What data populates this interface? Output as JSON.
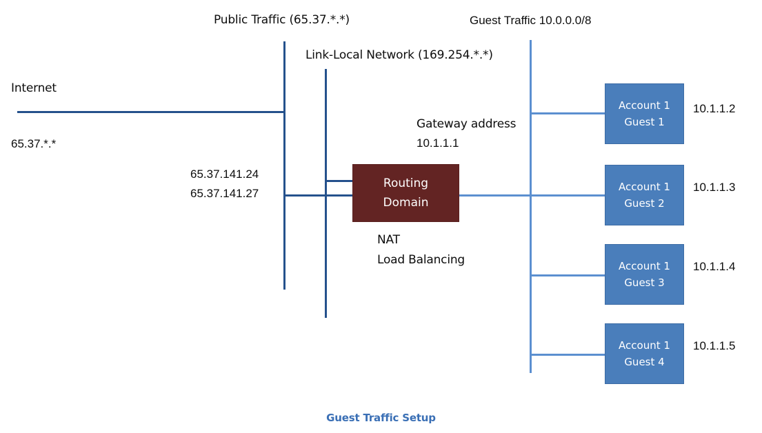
{
  "diagram": {
    "caption": "Guest Traffic Setup",
    "colors": {
      "trunk_line": "#25518c",
      "branch_line": "#5b8fd0",
      "guest_box": "#4a7ebb",
      "router_box": "#632423",
      "caption_text": "#3a6fb5",
      "label_text": "#0d0d0d"
    },
    "labels": {
      "public_traffic": "Public Traffic (65.37.*.*)",
      "link_local": "Link-Local Network (169.254.*.*)",
      "guest_traffic": "Guest Traffic 10.0.0.0/8",
      "internet": "Internet",
      "internet_range": "65.37.*.*",
      "public_ip_1": "65.37.141.24",
      "public_ip_2": "65.37.141.27",
      "gateway_title": "Gateway address",
      "gateway_ip": "10.1.1.1",
      "nat": "NAT",
      "load_balancing": "Load Balancing"
    },
    "router": {
      "line1": "Routing",
      "line2": "Domain"
    },
    "guests": [
      {
        "line1": "Account 1",
        "line2": "Guest 1",
        "ip": "10.1.1.2"
      },
      {
        "line1": "Account 1",
        "line2": "Guest 2",
        "ip": "10.1.1.3"
      },
      {
        "line1": "Account 1",
        "line2": "Guest 3",
        "ip": "10.1.1.4"
      },
      {
        "line1": "Account 1",
        "line2": "Guest 4",
        "ip": "10.1.1.5"
      }
    ]
  }
}
